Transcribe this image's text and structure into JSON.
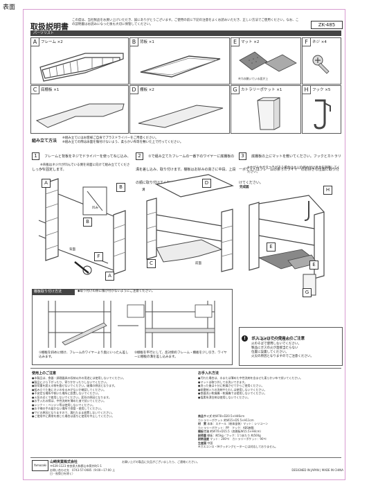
{
  "page_label": "表面",
  "title": "取扱説明書",
  "intro": "この度は、当社製品をお買い上げいただき、誠にありがとうございます。ご使用の前に下記の注意をよくお読みいただき、正しい方法でご使用ください。なお、この説明書はお読みになった後も大切に保管してください。",
  "model": "ZK-485",
  "parts_header": "パーツリスト",
  "parts": [
    {
      "letter": "A",
      "name": "フレーム ×2"
    },
    {
      "letter": "B",
      "name": "背板 ×1"
    },
    {
      "letter": "E",
      "name": "マット ×2"
    },
    {
      "letter": "F",
      "name": "ネジ ×4"
    },
    {
      "letter": "C",
      "name": "底棚板 ×1"
    },
    {
      "letter": "D",
      "name": "棚板 ×2"
    },
    {
      "letter": "G",
      "name": "カトラリーポケット ×1"
    },
    {
      "letter": "H",
      "name": "フック ×5"
    }
  ],
  "mat_note": "※穴の開いている面が上",
  "assembly_title": "組み立て方法",
  "assembly_notes": "※組み立てにはお客様ご自身でプラスドライバーをご用意ください。\n※組み立ての際は床面を傷付けないよう、柔らかい布等を敷いた上で行ってください。",
  "steps": [
    {
      "no": "1",
      "text": "フレームと背板をネジでドライバーを使ってねじ込み、しっかり固定します。",
      "note": "※背板はネジ穴が凹んでいる側を背面に向けて組み立ててください。"
    },
    {
      "no": "2",
      "text": "①で組み立てたフレームの一番下のワイヤーに底棚板の溝を差し込み、取り付けます。棚板はお好みの高さに中段、上段の順に取り付けてください。"
    },
    {
      "no": "3",
      "text": "底棚板の上にマットを敷いてください。フックとカトラリーポケットはフレームの余ったワイヤーのお好きな位置に取り付けてください。",
      "note": "※ゆがみやガタつきがある場合はネジの締め付け具合を調節してください。"
    }
  ],
  "label_hekomi": "凹み",
  "label_haimen": "背面",
  "label_zenmen": "前面",
  "label_mizo": "溝",
  "label_kansei": "完成図",
  "shelf_title": "棚板取り付け方法",
  "shelf_note": "◆取り付けの際に傷が付かないようにご注意ください。",
  "shelf_step1": "①棚板を斜めに傾け、フレームのワイヤーより奥にいったん差し込みます。",
  "shelf_step2": "②棚板を平行にして、反対側のフレーム・棚板を少し引き、ワイヤーに棚板の溝を差し込みます。",
  "warn_title": "ガスコンロでの使用上のご注意",
  "warn_lines": [
    "マットは水切りとして使用し、",
    "火のそばで使用しないでください。",
    "製品にガスの火が直接当たらない",
    "位置に設置してください。",
    "火災の原因となりますのでご注意ください。"
  ],
  "caution_title": "使用上のご注意",
  "caution_lines": [
    "●本製品は、食器・調理器具の収納以外の用途には使用しないでください。",
    "●製品にぶら下がったり、寄りかかったりしないでください。",
    "●耐荷重を超える物を載せないでください。破損の原因となります。",
    "●組み立てた後にネジのゆるみがないか確認してください。",
    "●不安定な場所や傾いた場所に設置しないでください。",
    "●火気の近くで使用しないでください。変形の原因となります。",
    "●お手入れの際は、中性洗剤を薄めた液で拭いてください。",
    "●シンナー・ベンジン等は使用しないでください。",
    "●お子様の手の届かない場所で保管・使用してください。",
    "●サビの原因となりますので、濡れたまま放置しないでください。",
    "●ご使用中に異常を感じた場合は直ちに使用を中止してください。"
  ],
  "care_title": "お手入れ方法",
  "care_lines": [
    "●汚れた場合は、水または薄めた中性洗剤を含ませた柔らかい布で拭いてください。",
    "●マットは取り外して水洗いできます。",
    "●洗った後は十分に乾燥させてからご使用ください。",
    "●研磨剤入りの洗剤やたわしは使用しないでください。",
    "●食器洗い乾燥機・乾燥機では使用しないでください。",
    "●塩素系漂白剤は使用しないでください。"
  ],
  "specs": [
    {
      "k": "商品サイズ",
      "v": "約W78×D20.5×H46cm"
    },
    {
      "k": "",
      "v": "カトラリーポケット 約W15×D5.5×H11cm"
    },
    {
      "k": "材　質",
      "v": "本体：スチール（粉体塗装）マット：シリコーン"
    },
    {
      "k": "",
      "v": "カトラリーポケット：PP　フック：ABS樹脂"
    },
    {
      "k": "棚板寸法",
      "v": "約W70×D15.5（底棚板W15.5×H4cm）"
    },
    {
      "k": "耐荷重",
      "v": "棚板：約5kg／フック：1つあたり 約500g"
    },
    {
      "k": "耐熱温度",
      "v": "マット：200℃　カトラリーポケット：90℃"
    },
    {
      "k": "生産国",
      "v": "中国"
    }
  ],
  "spec_note": "※ガスコンロ・IHクッキングヒーターには対応しておりません。",
  "company": "山崎実業株式会社",
  "company_logo": "Yamazaki",
  "company_info": "〒639-1123 奈良県大和郡山市筒井町1-1\nお問い合わせ先　0743-57-0085（9:00〜17:00 土日・祝祭日を除く）",
  "footer_center": "お買い上げの製品に欠品がございましたら、ご連絡ください。",
  "made_in": "DESIGNED IN JAPAN | MADE IN CHINA",
  "colors": {
    "frame": "#d89ad0",
    "line": "#555555",
    "dark": "#444444"
  }
}
